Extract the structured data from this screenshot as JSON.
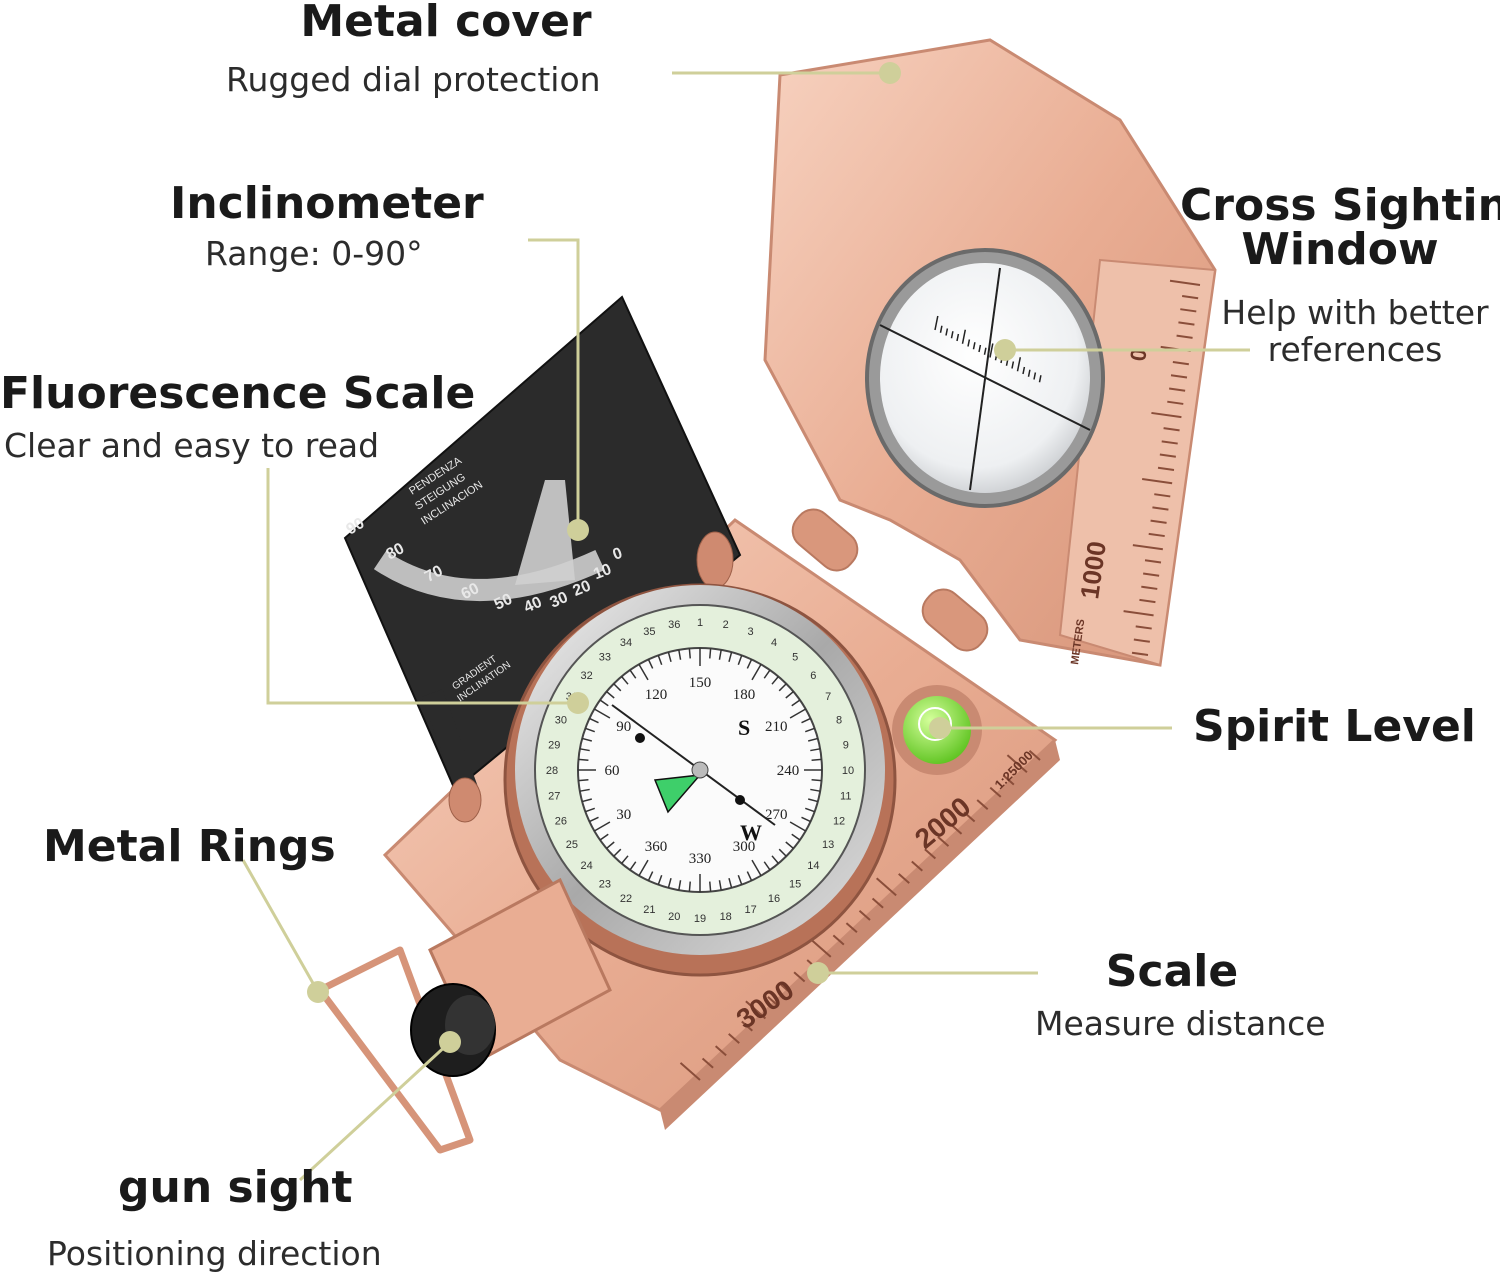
{
  "colors": {
    "leader": "#cfcf9a",
    "copper": "#e9ad93",
    "copper_dark": "#c98a72",
    "copper_light": "#f6cdb9",
    "clinometer": "#2b2b2b",
    "luminous": "#e4f0dc",
    "bubble": "#7fd83a"
  },
  "callouts": {
    "metal_cover": {
      "title": "Metal cover",
      "desc": "Rugged dial protection"
    },
    "inclinometer": {
      "title": "Inclinometer",
      "desc": "Range: 0-90°"
    },
    "fluorescence": {
      "title": "Fluorescence Scale",
      "desc": "Clear and easy to read"
    },
    "metal_rings": {
      "title": "Metal Rings"
    },
    "gun_sight": {
      "title": "gun sight",
      "desc": "Positioning direction"
    },
    "cross_sighting": {
      "title_line1": "Cross Sighting",
      "title_line2": "Window",
      "desc_line1": "Help with better",
      "desc_line2": "references"
    },
    "spirit_level": {
      "title": "Spirit Level"
    },
    "scale": {
      "title": "Scale",
      "desc": "Measure distance"
    }
  },
  "device_markings": {
    "baseplate_scale": [
      "3000",
      "2000"
    ],
    "ratio": "1:25000",
    "cover_scale": [
      "1000",
      "0"
    ],
    "cover_unit": "METERS",
    "clino_words": [
      "PENDENZA",
      "STEIGUNG",
      "INCLINACION"
    ],
    "clino_lower_words": [
      "GRADIENT",
      "INCLINATION"
    ],
    "clino_degrees": [
      "90",
      "80",
      "70",
      "60",
      "50",
      "40",
      "30",
      "20",
      "10",
      "0"
    ],
    "dial_numbers": [
      "120",
      "150",
      "180",
      "210",
      "240",
      "270",
      "300",
      "330",
      "360",
      "30",
      "60",
      "90"
    ],
    "dial_letters": [
      "S",
      "W"
    ]
  }
}
